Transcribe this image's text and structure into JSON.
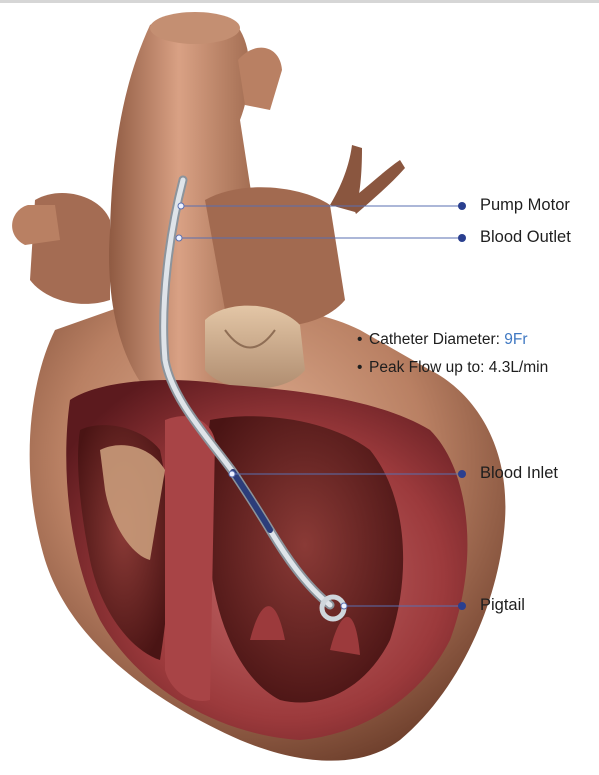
{
  "callouts": {
    "pump_motor": "Pump Motor",
    "blood_outlet": "Blood Outlet",
    "blood_inlet": "Blood Inlet",
    "pigtail": "Pigtail"
  },
  "specs": {
    "bullet": "•",
    "catheter_label": "Catheter Diameter:",
    "catheter_value": "9Fr",
    "flow_label": "Peak Flow up to:",
    "flow_value": "4.3L/min"
  },
  "colors": {
    "leader_line": "#5a6fb0",
    "leader_dot": "#2a3f8f",
    "accent_value": "#3f78c2",
    "heart_outer": "#b07a5e",
    "myocardium": "#9c3a3c",
    "catheter": "#c9cfd6"
  }
}
